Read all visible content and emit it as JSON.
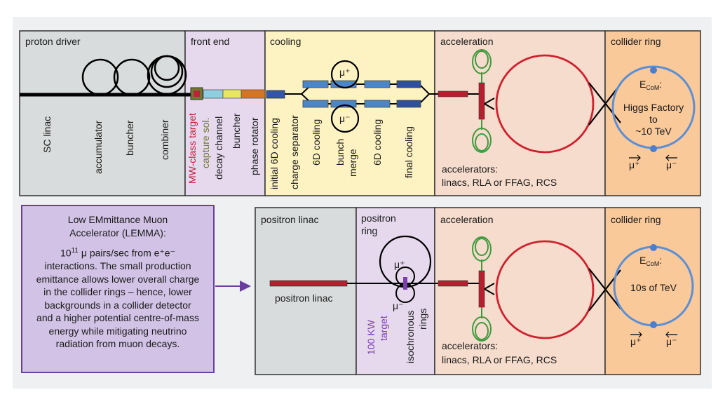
{
  "top_row": {
    "sections": {
      "proton_driver": "proton driver",
      "front_end": "front end",
      "cooling": "cooling",
      "acceleration": "acceleration",
      "collider_ring": "collider ring"
    },
    "labels": {
      "sc_linac": "SC linac",
      "accumulator": "accumulator",
      "buncher": "buncher",
      "combiner": "combiner",
      "mw_target": "MW-class target",
      "capture_sol": "capture sol.",
      "decay_channel": "decay channel",
      "fe_buncher": "buncher",
      "phase_rotator": "phase rotator",
      "initial_6d": "initial 6D cooling",
      "charge_separator": "charge separator",
      "cool_6d_1": "6D cooling",
      "bunch_merge_1": "bunch",
      "bunch_merge_2": "merge",
      "cool_6d_2": "6D cooling",
      "final_cooling": "final cooling",
      "mu_plus": "μ⁺",
      "mu_minus": "μ⁻",
      "accelerators": "accelerators:",
      "accel_types": "linacs, RLA or FFAG, RCS",
      "ecom": "E",
      "ecom_sub": "CoM",
      "ecom_colon": ":",
      "higgs_1": "Higgs Factory",
      "higgs_2": "to",
      "higgs_3": "~10 TeV",
      "ring_mu_plus": "μ⁺",
      "ring_mu_minus": "μ⁻"
    }
  },
  "bottom_row": {
    "lemma_box": {
      "title_1": "Low EMmittance Muon",
      "title_2": "Accelerator (LEMMA):",
      "line_1_base": "10",
      "line_1_exp": "11",
      "line_1_rest": " μ pairs/sec from e⁺e⁻",
      "line_2": "interactions. The small production",
      "line_3": "emittance allows lower overall charge",
      "line_4": "in the collider rings – hence, lower",
      "line_5": "backgrounds in a collider detector",
      "line_6": "and a higher potential centre-of-mass",
      "line_7": "energy while mitigating neutrino",
      "line_8": "radiation from muon decays."
    },
    "sections": {
      "positron_linac": "positron linac",
      "positron_ring_1": "positron",
      "positron_ring_2": "ring",
      "acceleration": "acceleration",
      "collider_ring": "collider ring"
    },
    "labels": {
      "positron_linac_lbl": "positron linac",
      "target_1": "100 KW",
      "target_2": "target",
      "iso_1": "isochronous",
      "iso_2": "rings",
      "mu_plus": "μ⁺",
      "mu_minus": "μ⁻",
      "accelerators": "accelerators:",
      "accel_types": "linacs, RLA or FFAG, RCS",
      "ecom": "E",
      "ecom_sub": "CoM",
      "ecom_colon": ":",
      "tev": "10s of TeV",
      "ring_mu_plus": "μ⁺",
      "ring_mu_minus": "μ⁻"
    }
  },
  "colors": {
    "proton_driver_bg": "#d9dcdc",
    "front_end_bg": "#e6d9ee",
    "cooling_bg": "#fdf3c2",
    "acceleration_bg": "#f6dccc",
    "collider_bg": "#fac99a",
    "lemma_bg": "#d2c3e6",
    "lemma_border": "#6b3fa0",
    "ring_red": "#d0202f",
    "ring_blue": "#5b8fd6",
    "cavity_green": "#3f9a3f",
    "magnet_red": "#b51f2e",
    "purple": "#7b3fb0"
  }
}
